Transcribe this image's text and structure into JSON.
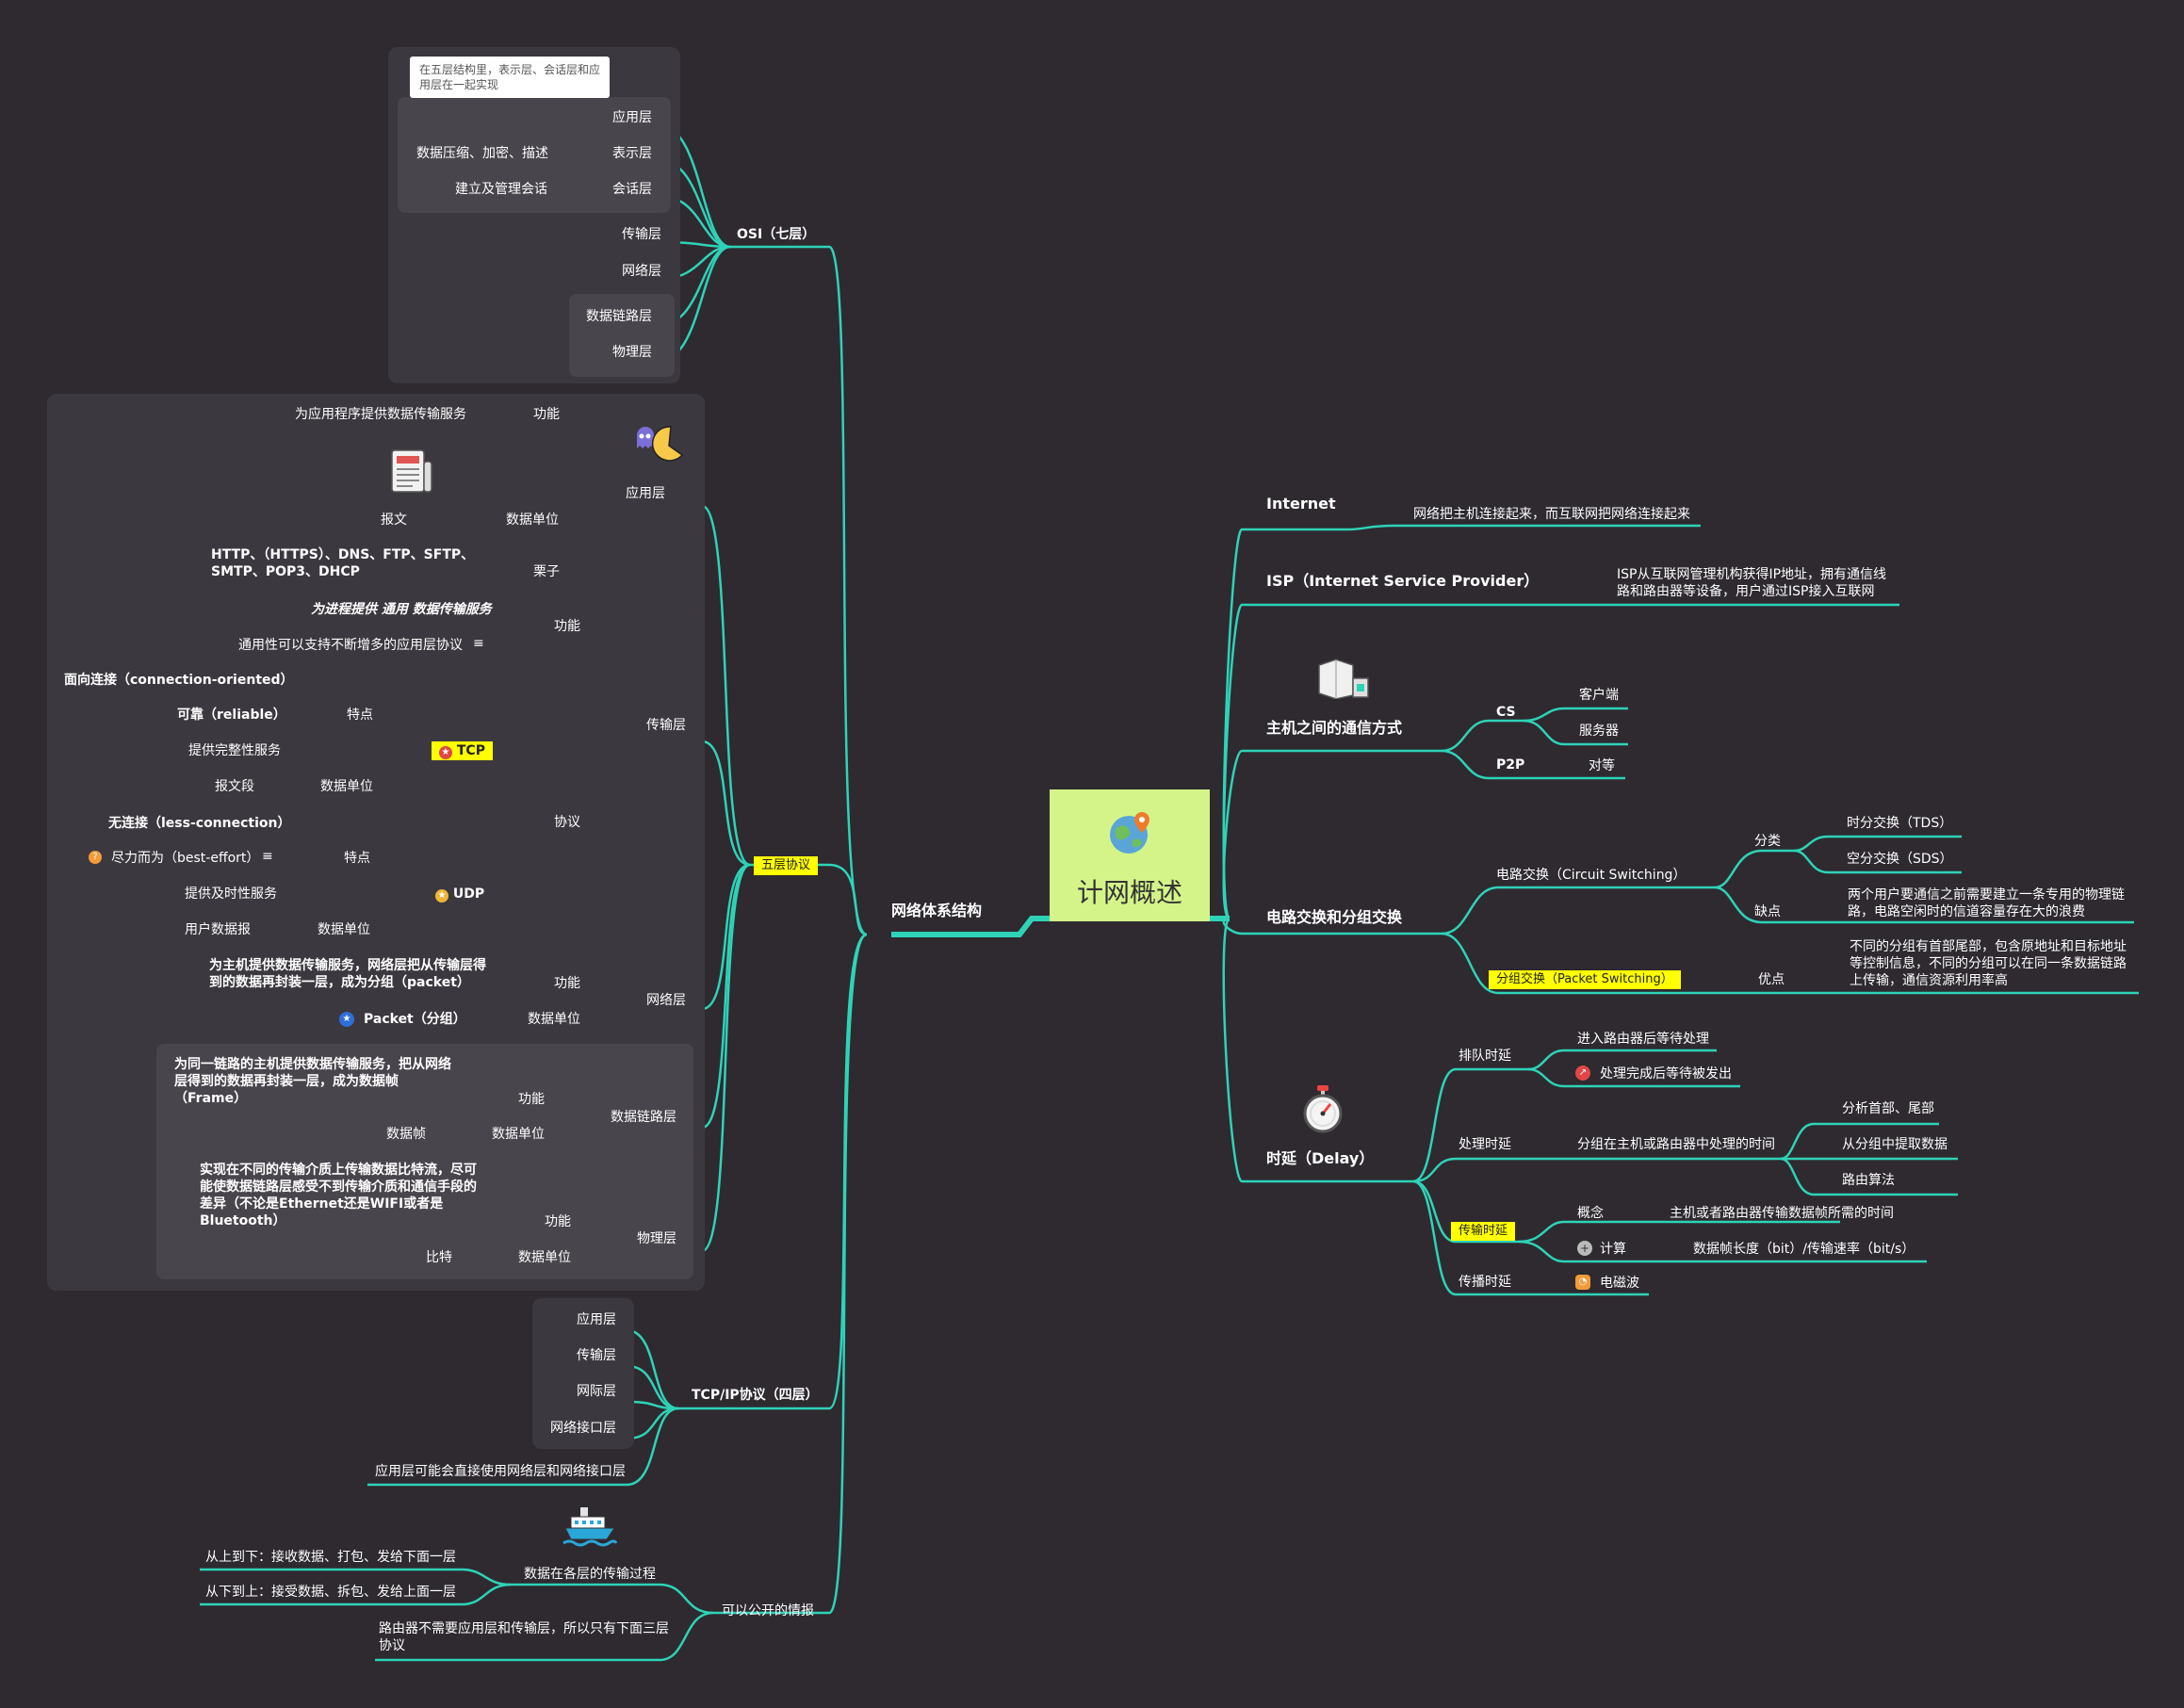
{
  "center": {
    "title": "计网概述",
    "icon": "globe-pin-icon"
  },
  "left": {
    "arch": "网络体系结构",
    "osi": {
      "title": "OSI（七层）",
      "note": "在五层结构里，表示层、会话层和应用层在一起实现",
      "layers": [
        "应用层",
        "表示层",
        "会话层",
        "传输层",
        "网络层",
        "数据链路层",
        "物理层"
      ],
      "pres_desc": "数据压缩、加密、描述",
      "sess_desc": "建立及管理会话"
    },
    "five": {
      "title": "五层协议",
      "app": {
        "title": "应用层",
        "func_label": "功能",
        "func": "为应用程序提供数据传输服务",
        "unit_label": "数据单位",
        "unit": "报文",
        "eg_label": "栗子",
        "eg1": "HTTP、（HTTPS）、DNS、FTP、SFTP、",
        "eg2": "SMTP、POP3、DHCP"
      },
      "transport": {
        "title": "传输层",
        "func_label": "功能",
        "func1": "为进程提供 通用 数据传输服务",
        "func2": "通用性可以支持不断增多的应用层协议",
        "proto_label": "协议",
        "tcp": {
          "name": "TCP",
          "feat_label": "特点",
          "f1": "面向连接（connection-oriented）",
          "f2": "可靠（reliable）",
          "f3": "提供完整性服务",
          "unit_label": "数据单位",
          "unit": "报文段"
        },
        "udp": {
          "name": "UDP",
          "feat_label": "特点",
          "f1": "无连接（less-connection）",
          "f2": "尽力而为（best-effort）",
          "f3": "提供及时性服务",
          "unit_label": "数据单位",
          "unit": "用户数据报"
        }
      },
      "network": {
        "title": "网络层",
        "func_label": "功能",
        "func": "为主机提供数据传输服务，网络层把从传输层得到的数据再封装一层，成为分组（packet）",
        "unit_label": "数据单位",
        "unit": "Packet（分组）"
      },
      "link": {
        "title": "数据链路层",
        "func_label": "功能",
        "func": "为同一链路的主机提供数据传输服务，把从网络层得到的数据再封装一层，成为数据帧（Frame）",
        "unit_label": "数据单位",
        "unit": "数据帧"
      },
      "phys": {
        "title": "物理层",
        "func_label": "功能",
        "func": "实现在不同的传输介质上传输数据比特流，尽可能使数据链路层感受不到传输介质和通信手段的差异（不论是Ethernet还是WIFI或者是Bluetooth）",
        "unit_label": "数据单位",
        "unit": "比特"
      }
    },
    "tcpip": {
      "title": "TCP/IP协议（四层）",
      "layers": [
        "应用层",
        "传输层",
        "网际层",
        "网络接口层"
      ],
      "note": "应用层可能会直接使用网络层和网络接口层"
    },
    "info": {
      "title": "可以公开的情报",
      "process": "数据在各层的传输过程",
      "down": "从上到下：接收数据、打包、发给下面一层",
      "up": "从下到上：接受数据、拆包、发给上面一层",
      "router": "路由器不需要应用层和传输层，所以只有下面三层协议"
    }
  },
  "right": {
    "internet": {
      "title": "Internet",
      "desc": "网络把主机连接起来，而互联网把网络连接起来"
    },
    "isp": {
      "title": "ISP（Internet Service Provider）",
      "desc": "ISP从互联网管理机构获得IP地址，拥有通信线路和路由器等设备，用户通过ISP接入互联网"
    },
    "comm": {
      "title": "主机之间的通信方式",
      "cs": "CS",
      "client": "客户端",
      "server": "服务器",
      "p2p": "P2P",
      "peer": "对等"
    },
    "switch": {
      "title": "电路交换和分组交换",
      "circuit": "电路交换（Circuit Switching）",
      "class_label": "分类",
      "tds": "时分交换（TDS）",
      "sds": "空分交换（SDS）",
      "cons_label": "缺点",
      "cons": "两个用户要通信之前需要建立一条专用的物理链路，电路空闲时的信道容量存在大的浪费",
      "packet": "分组交换（Packet Switching）",
      "pros_label": "优点",
      "pros": "不同的分组有首部尾部，包含原地址和目标地址等控制信息，不同的分组可以在同一条数据链路上传输，通信资源利用率高"
    },
    "delay": {
      "title": "时延（Delay）",
      "queue": "排队时延",
      "q1": "进入路由器后等待处理",
      "q2": "处理完成后等待被发出",
      "proc": "处理时延",
      "proc_desc": "分组在主机或路由器中处理的时间",
      "p1": "分析首部、尾部",
      "p2": "从分组中提取数据",
      "p3": "路由算法",
      "trans": "传输时延",
      "concept_label": "概念",
      "concept": "主机或者路由器传输数据帧所需的时间",
      "calc_label": "计算",
      "calc": "数据帧长度（bit）/传输速率（bit/s）",
      "prop": "传播时延",
      "wave": "电磁波"
    }
  },
  "colors": {
    "line": "#2ed3b7",
    "bg": "#2e2a30",
    "center": "#d4f48a",
    "highlight": "#ffff00"
  }
}
